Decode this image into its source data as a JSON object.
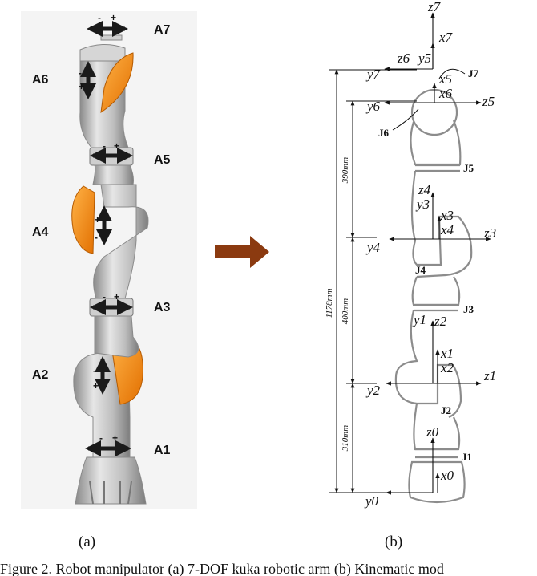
{
  "colors": {
    "arm_gray": "#b5b5b5",
    "arm_dark": "#7a7a7a",
    "arm_orange": "#f08a1c",
    "arrow_brown": "#8b3a10",
    "outline": "#8c8c8c"
  },
  "panel_a": {
    "label": "(a)",
    "axis_labels": [
      "A7",
      "A6",
      "A5",
      "A4",
      "A3",
      "A2",
      "A1"
    ],
    "plus_sign": "+",
    "minus_sign": "-"
  },
  "panel_b": {
    "label": "(b)",
    "joint_labels": [
      "J7",
      "J6",
      "J5",
      "J4",
      "J3",
      "J2",
      "J1"
    ],
    "dimensions": [
      "1178mm",
      "390mm",
      "400mm",
      "310mm"
    ],
    "frames": {
      "z7": "z7",
      "x7": "x7",
      "y5": "y5",
      "z6": "z6",
      "y7": "y7",
      "x5": "x5",
      "x6": "x6",
      "z5": "z5",
      "y6": "y6",
      "z4": "z4",
      "y3": "y3",
      "x3": "x3",
      "x4": "x4",
      "z3": "z3",
      "y4": "y4",
      "y1": "y1",
      "z2": "z2",
      "x1": "x1",
      "x2": "x2",
      "z1": "z1",
      "y2": "y2",
      "z0": "z0",
      "x0": "x0",
      "y0": "y0"
    }
  },
  "caption": "Figure 2. Robot manipulator (a) 7-DOF kuka robotic arm (b) Kinematic mod"
}
